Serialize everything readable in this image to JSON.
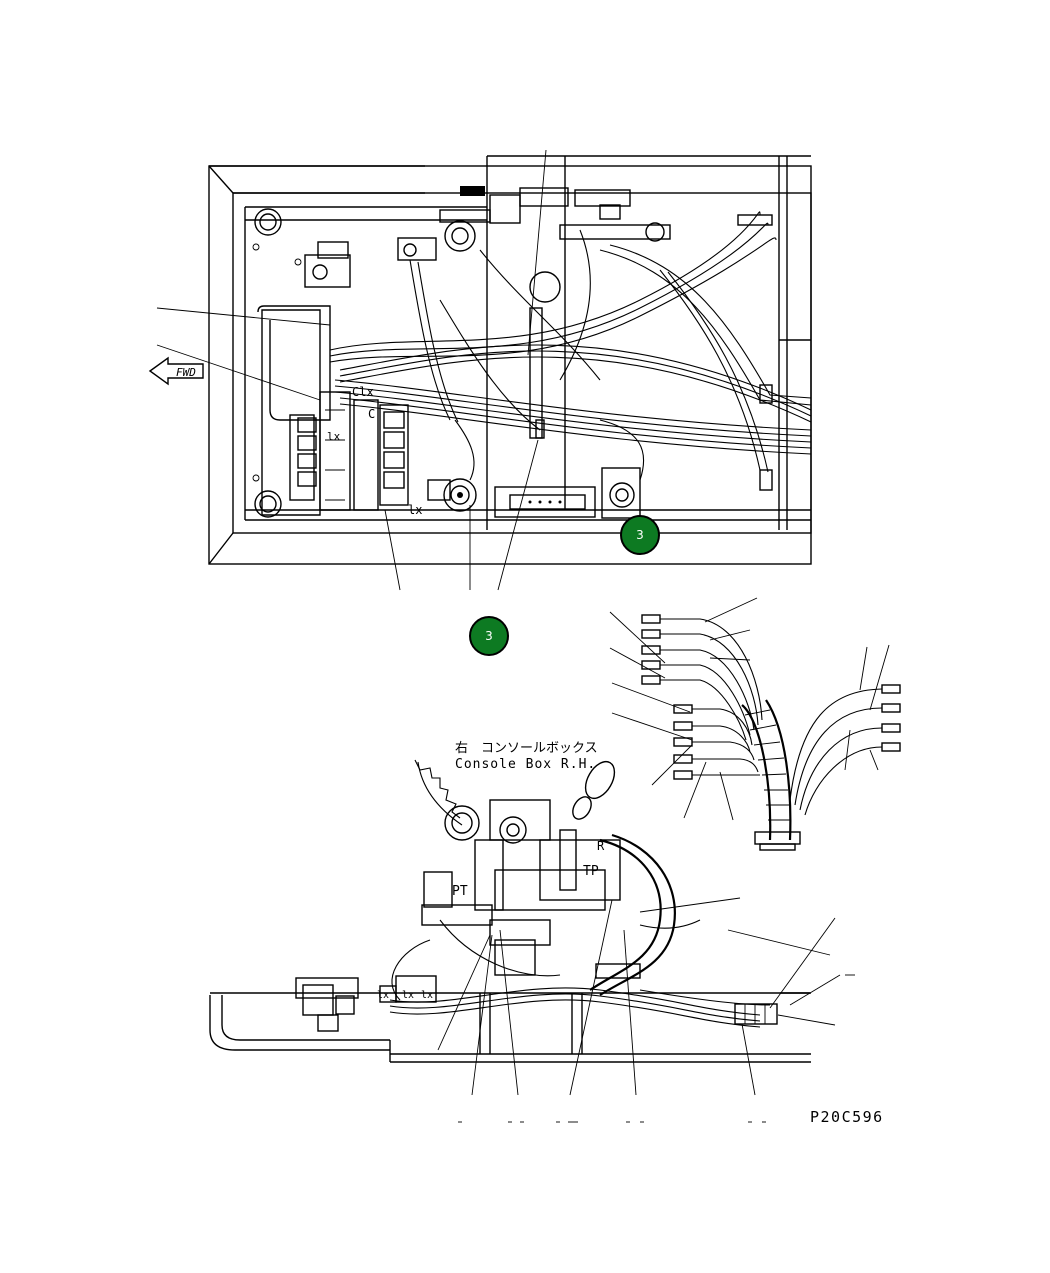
{
  "title_jp": "右　コンソールボックス",
  "title_en": "Console Box R.H.",
  "drawing_number": "P20C596",
  "direction_label": "FWD",
  "callouts": [
    {
      "id": "callout-upper",
      "label": "3"
    },
    {
      "id": "callout-lower",
      "label": "3"
    }
  ],
  "port_labels": {
    "upper_1": "Clx",
    "upper_2": "C",
    "upper_3": "lx",
    "upper_4": "lx",
    "lower_pt": "PT",
    "lower_tp": "TP",
    "lower_r": "R",
    "lower_lx1": "lx",
    "lower_lx2": "lx",
    "lower_lx3": "lx"
  }
}
